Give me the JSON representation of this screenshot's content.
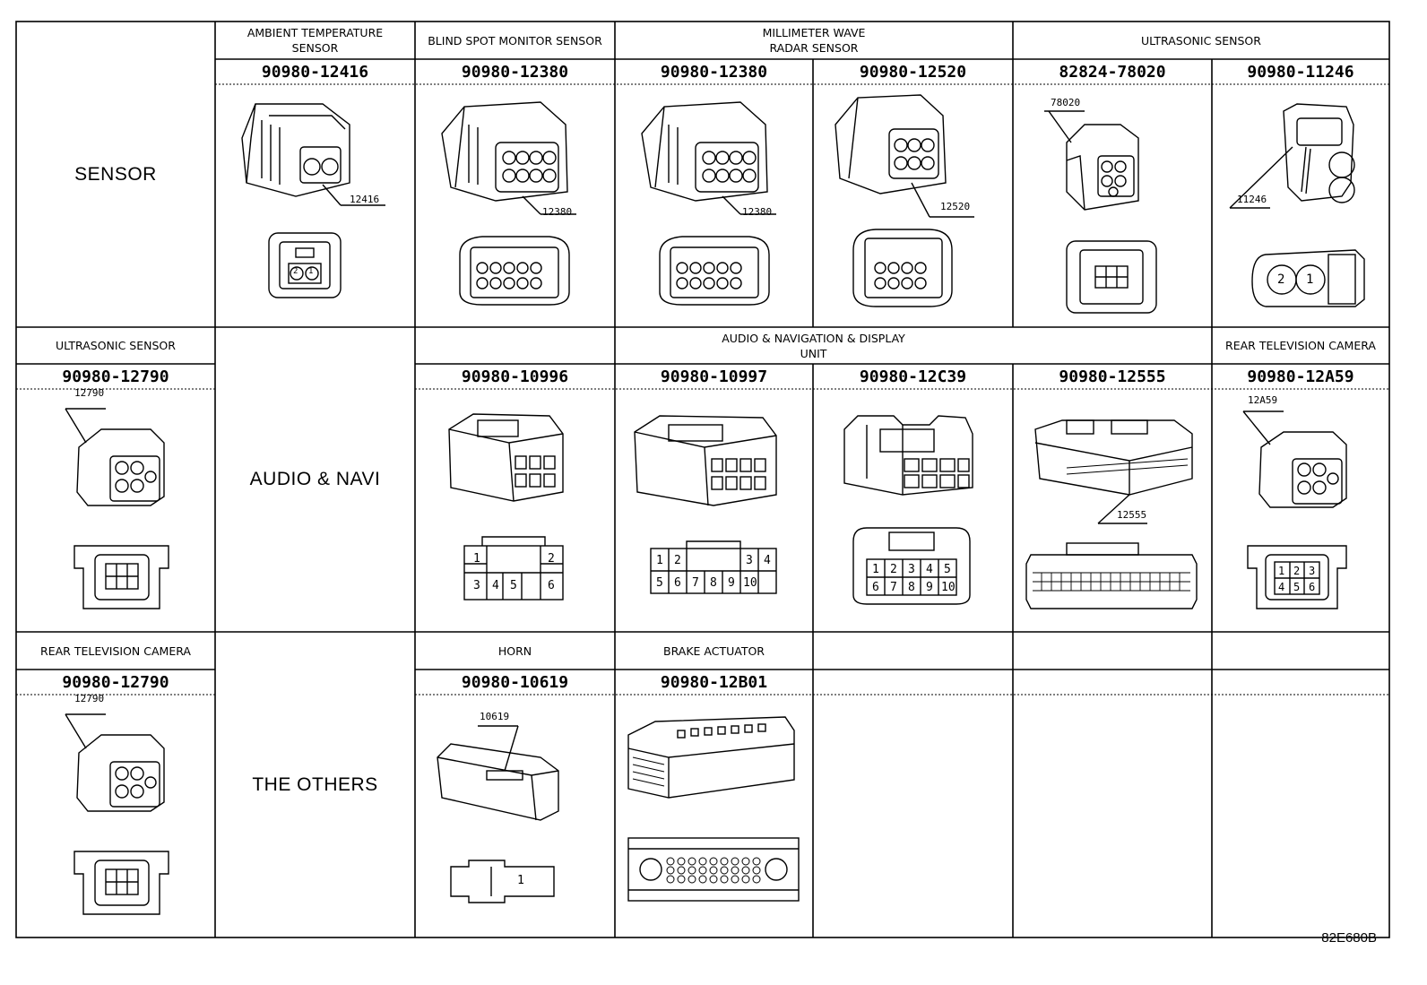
{
  "categories": {
    "sensor": "SENSOR",
    "audio": "AUDIO & NAVI",
    "others": "THE OTHERS"
  },
  "row1": {
    "headers": [
      "AMBIENT TEMPERATURE\nSENSOR",
      "BLIND SPOT MONITOR SENSOR",
      "MILLIMETER WAVE\nRADAR SENSOR",
      "ULTRASONIC SENSOR"
    ],
    "parts": [
      "90980-12416",
      "90980-12380",
      "90980-12380",
      "90980-12520",
      "82824-78020",
      "90980-11246"
    ],
    "callouts": [
      "12416",
      "12380",
      "12380",
      "12520",
      "78020",
      "11246"
    ]
  },
  "row2": {
    "headers": [
      "ULTRASONIC SENSOR",
      "AUDIO & NAVIGATION & DISPLAY\nUNIT",
      "REAR TELEVISION CAMERA"
    ],
    "parts": [
      "90980-12790",
      "90980-10996",
      "90980-10997",
      "90980-12C39",
      "90980-12555",
      "90980-12A59"
    ],
    "callouts": [
      "12790",
      "12555",
      "12A59"
    ]
  },
  "row3": {
    "headers": [
      "REAR TELEVISION CAMERA",
      "HORN",
      "BRAKE ACTUATOR"
    ],
    "parts": [
      "90980-12790",
      "90980-10619",
      "90980-12B01"
    ],
    "callouts": [
      "12790",
      "10619"
    ]
  },
  "pins": {
    "p2": [
      "2",
      "1"
    ],
    "p1to6": [
      "1",
      "2",
      "3",
      "4",
      "5",
      "6"
    ],
    "p1to10": [
      "1",
      "2",
      "3",
      "4",
      "5",
      "6",
      "7",
      "8",
      "9",
      "10"
    ],
    "p1": "1"
  },
  "figure_code": "82E680B"
}
